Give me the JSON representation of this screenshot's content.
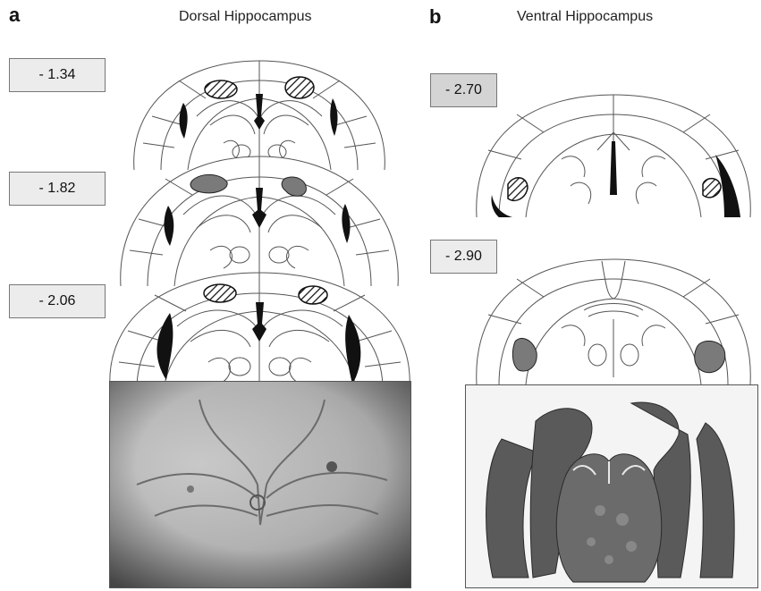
{
  "panels": {
    "a": {
      "letter": "a",
      "title": "Dorsal Hippocampus",
      "levels": [
        "- 1.34",
        "- 1.82",
        "- 2.06"
      ]
    },
    "b": {
      "letter": "b",
      "title": "Ventral Hippocampus",
      "levels": [
        "- 2.70",
        "- 2.90"
      ]
    }
  },
  "colors": {
    "lesion_gray": "#7a7a7a",
    "ventricle_black": "#111111",
    "outline": "#555555",
    "label_box": "#ececec"
  }
}
